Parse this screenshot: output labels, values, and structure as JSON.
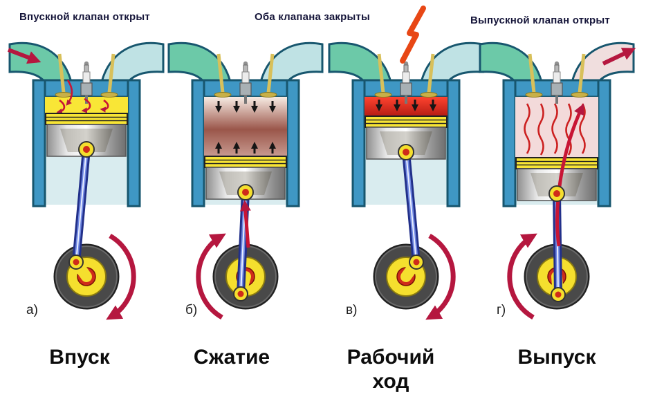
{
  "captions": {
    "intake": "Впускной клапан открыт",
    "both_closed": "Оба клапана закрыты",
    "exhaust": "Выпускной клапан открыт"
  },
  "stages": [
    {
      "letter": "а)",
      "title": "Впуск"
    },
    {
      "letter": "б)",
      "title": "Сжатие"
    },
    {
      "letter": "в)",
      "title": "Рабочий ход"
    },
    {
      "letter": "г)",
      "title": "Выпуск"
    }
  ],
  "colors": {
    "cylinder_blue": "#3f97c4",
    "cylinder_outline": "#17566e",
    "intake_duct_teal": "#6cc9a8",
    "pale_duct_blue": "#bfe2e4",
    "exhaust_duct_pale": "#f0dede",
    "mixture_yellow": "#f9e636",
    "piston_ring_yellow": "#f7e435",
    "combustion_red": "#e03024",
    "arrow_red": "#b5173f",
    "flywheel_gray": "#494949",
    "crank_yellow": "#f5df2e",
    "hub_red": "#cf2b1a",
    "rod_blue": "#22308a",
    "text_dark": "#16163a"
  }
}
